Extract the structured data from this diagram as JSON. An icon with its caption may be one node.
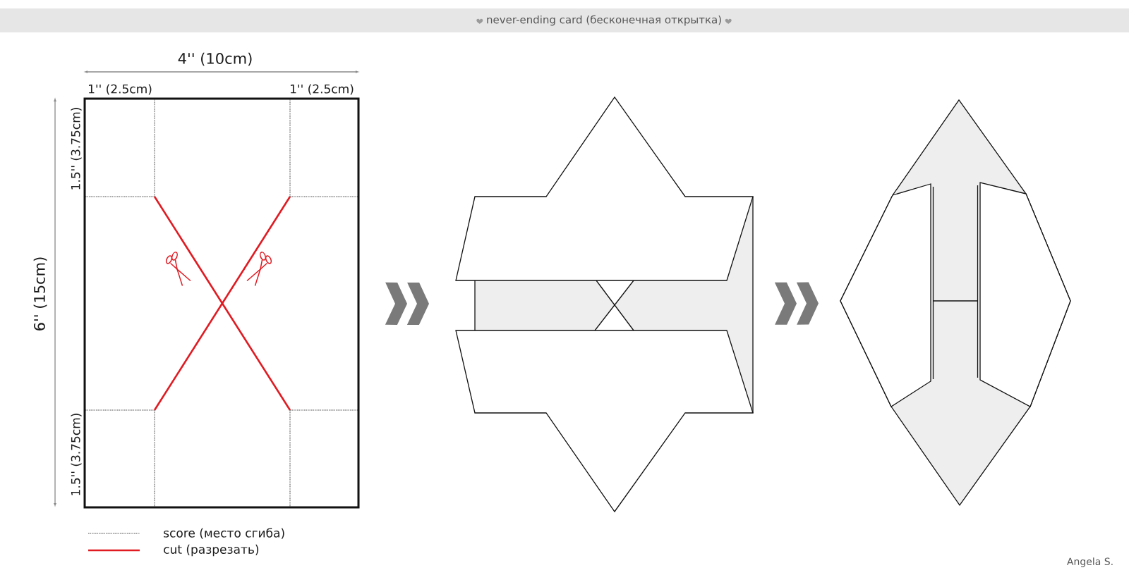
{
  "diagram": {
    "title": "never-ending card (бесконечная открытка)",
    "nodes": [
      {
        "text": [],
        "shape": "picture"
      },
      {
        "text": [],
        "shape": "picture"
      },
      {
        "text": [],
        "shape": "picture"
      }
    ],
    "edges": [
      {
        "from": 0,
        "to": 1,
        "arrow": "to"
      },
      {
        "from": 1,
        "to": 2,
        "arrow": "to"
      }
    ],
    "labels": [
      "4'' (10cm)",
      "1'' (2.5cm)",
      "1'' (2.5cm)",
      "1.5'' (3.75cm)",
      "6'' (15cm)",
      "1.5'' (3.75cm)",
      "Angela S."
    ],
    "legend": [
      {
        "text": "score (место сгиба)"
      },
      {
        "text": "cut (разрезать)"
      }
    ]
  }
}
